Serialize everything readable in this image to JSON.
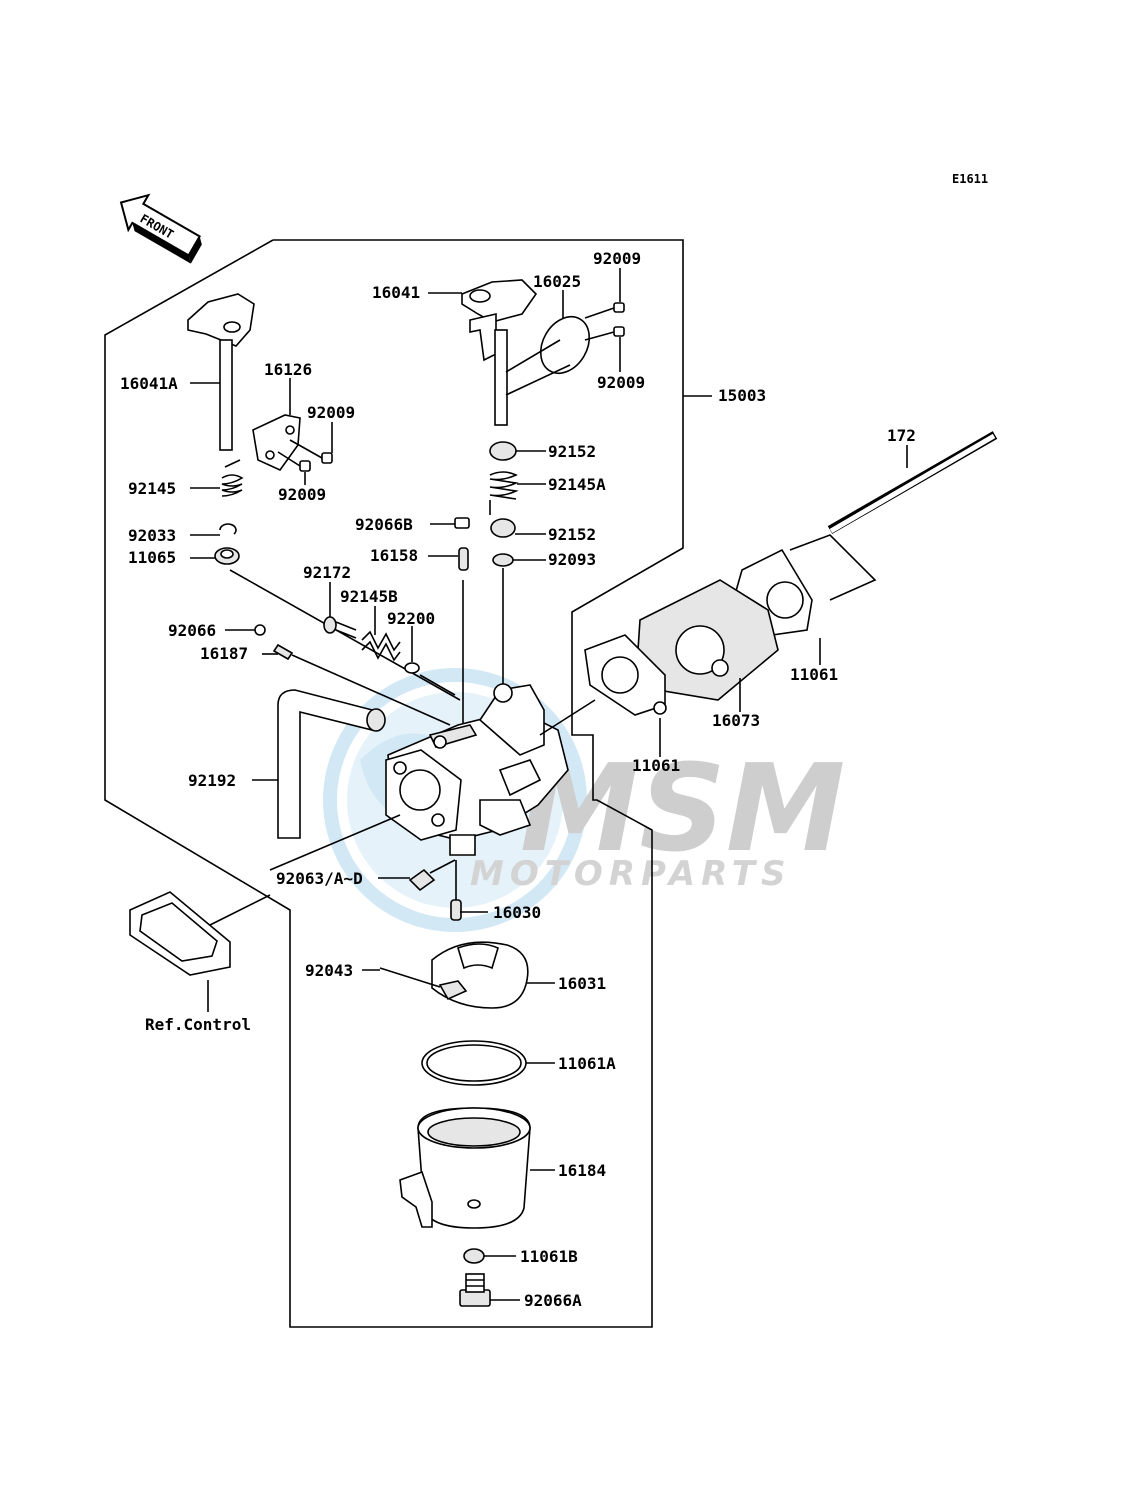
{
  "diagram_code": "E1611",
  "front_label": "FRONT",
  "watermark": {
    "brand": "MSM",
    "sub": "MOTORPARTS",
    "color": "#bcdcf0"
  },
  "callouts": {
    "p92009a": "92009",
    "p16041": "16041",
    "p16025": "16025",
    "p92009b": "92009",
    "p15003": "15003",
    "p16041A": "16041A",
    "p16126": "16126",
    "p92009c": "92009",
    "p92009d": "92009",
    "p92152a": "92152",
    "p92145A": "92145A",
    "p92066B": "92066B",
    "p92152b": "92152",
    "p16158": "16158",
    "p92093": "92093",
    "p92145": "92145",
    "p92033": "92033",
    "p11065": "11065",
    "p92172": "92172",
    "p92145B": "92145B",
    "p92200": "92200",
    "p92066": "92066",
    "p16187": "16187",
    "p172": "172",
    "p11061a": "11061",
    "p16073": "16073",
    "p11061b": "11061",
    "p92192": "92192",
    "p92063": "92063/A~D",
    "p16030": "16030",
    "p92043": "92043",
    "p16031": "16031",
    "p11061A": "11061A",
    "p16184": "16184",
    "p11061B": "11061B",
    "p92066A": "92066A",
    "pRef": "Ref.Control"
  }
}
